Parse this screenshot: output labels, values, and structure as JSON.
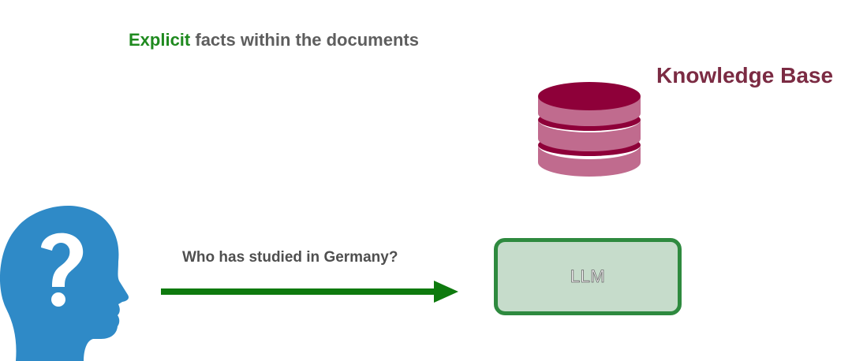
{
  "title": {
    "emphasis": "Explicit",
    "rest": "facts within the documents"
  },
  "knowledge_base": {
    "label": "Knowledge Base",
    "icon": "database-icon",
    "colors": {
      "top": "#8e0039",
      "body": "#c06b8e"
    }
  },
  "user": {
    "icon": "person-question-icon",
    "color": "#2f8ac7"
  },
  "query": {
    "text": "Who has studied in Germany?",
    "arrow_color": "#0e7a0e"
  },
  "llm": {
    "label": "LLM",
    "border_color": "#2e8a3f",
    "fill_color": "#c6dccb"
  }
}
